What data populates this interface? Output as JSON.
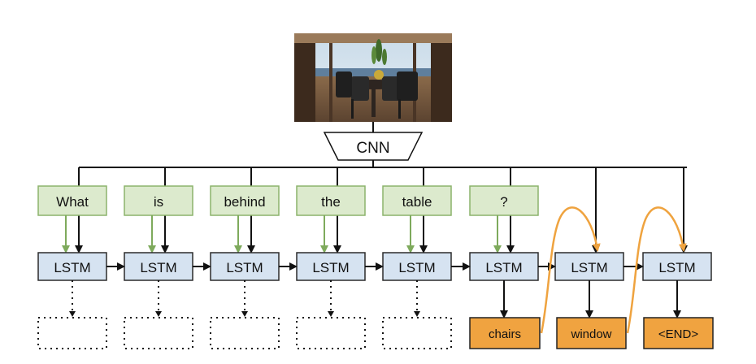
{
  "cnn": {
    "label": "CNN"
  },
  "question_words": [
    "What",
    "is",
    "behind",
    "the",
    "table",
    "?"
  ],
  "lstm": {
    "label": "LSTM"
  },
  "answers": [
    "chairs",
    "window",
    "<END>"
  ],
  "colors": {
    "word_fill": "#dceacd",
    "word_stroke": "#8cb36c",
    "word_arrow": "#7eaa5c",
    "lstm_fill": "#d6e3f1",
    "lstm_stroke": "#2b2b2b",
    "answer_fill": "#f0a340",
    "answer_stroke": "#222222",
    "feedback_arrow": "#efa33f",
    "line": "#111111"
  }
}
